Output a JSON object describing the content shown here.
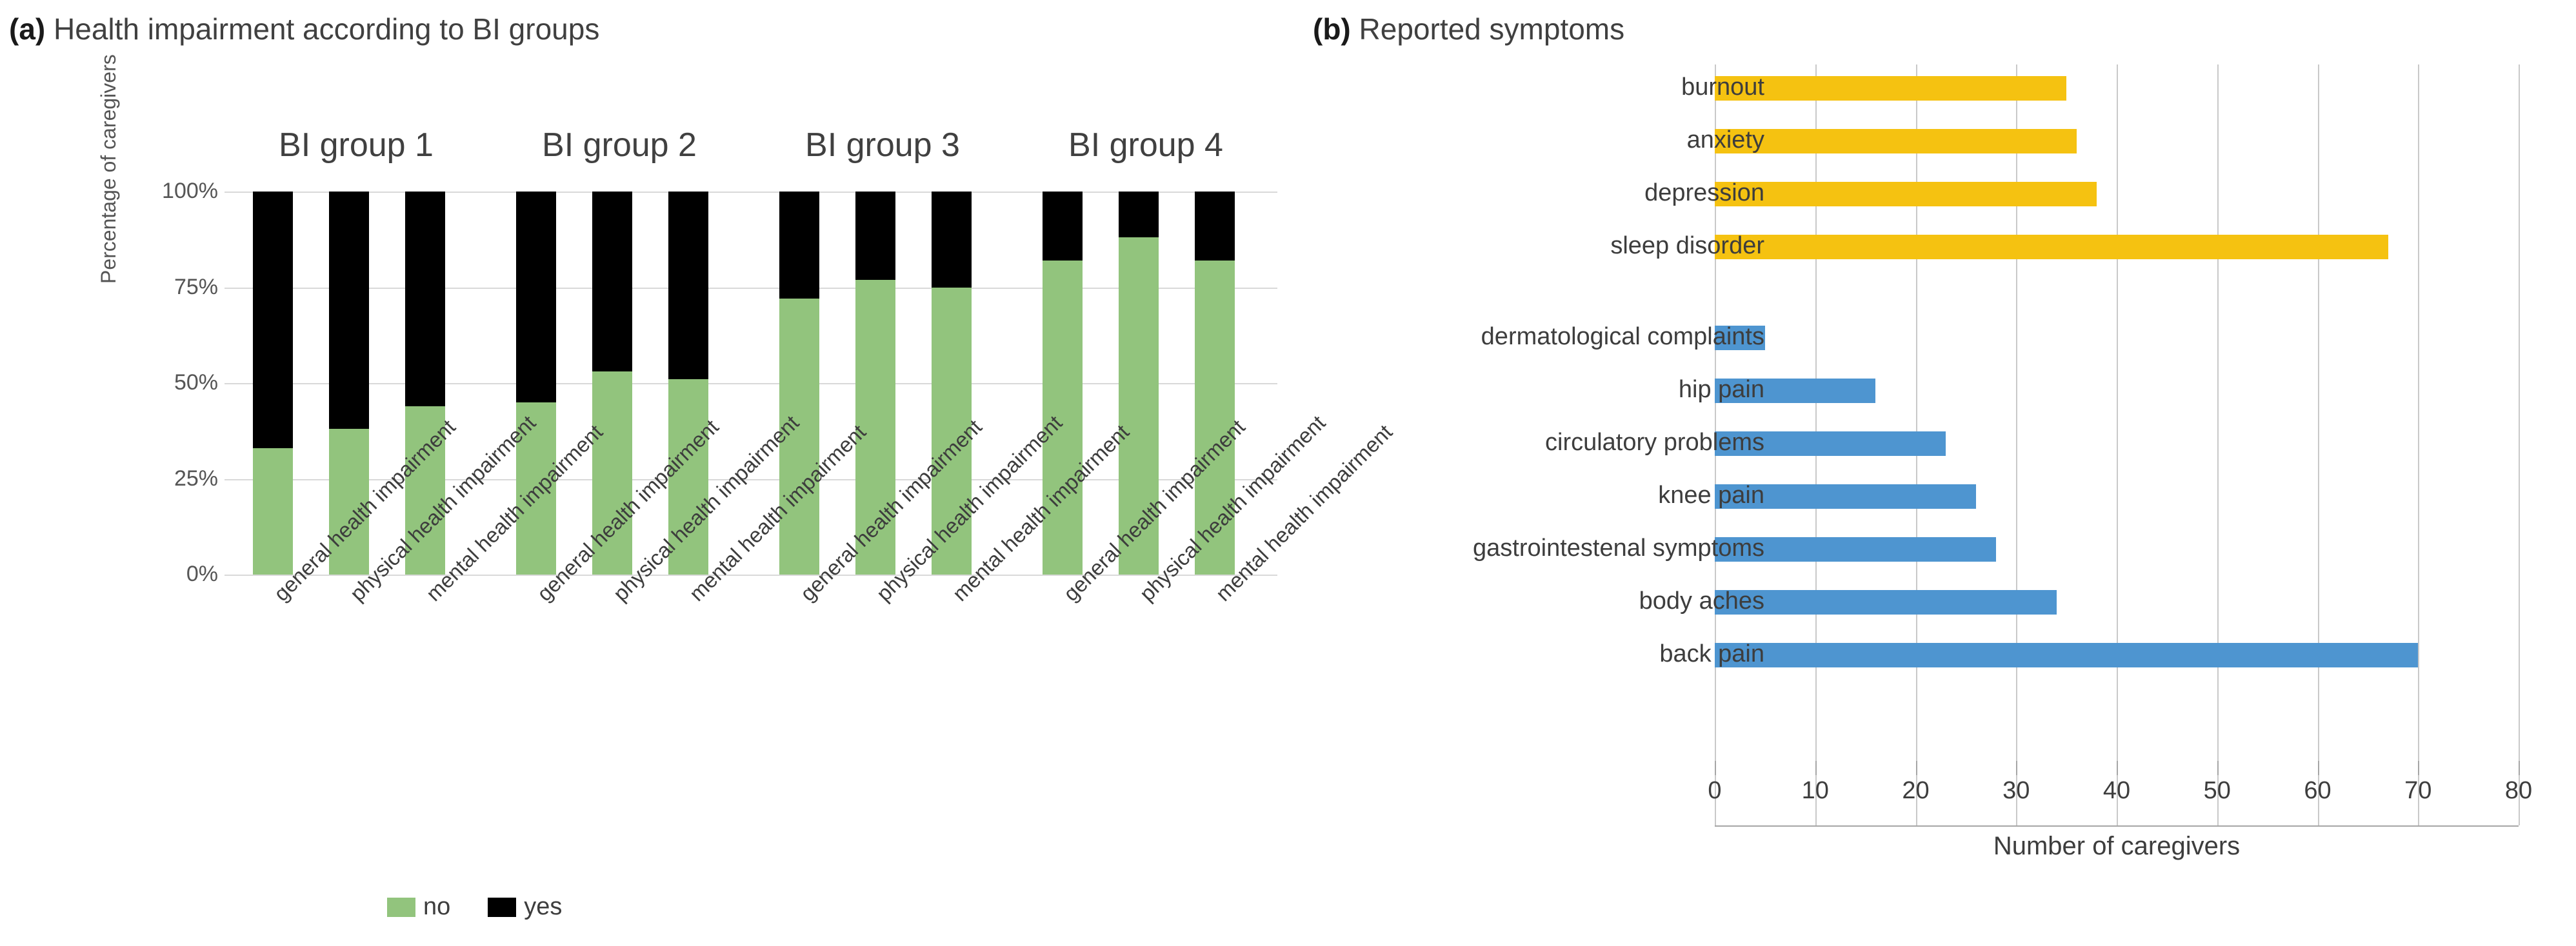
{
  "panel_a": {
    "tag": "(a)",
    "title": "Health impairment according to BI groups",
    "ylabel": "Percentage of caregivers",
    "legend": [
      {
        "label": "no",
        "color": "#92c47d"
      },
      {
        "label": "yes",
        "color": "#000000"
      }
    ]
  },
  "panel_b": {
    "tag": "(b)",
    "title": "Reported symptoms",
    "xlabel": "Number of caregivers"
  },
  "chart_data": [
    {
      "type": "bar",
      "title": "Health impairment according to BI groups",
      "subtype": "100% stacked column",
      "xlabel": "",
      "ylabel": "Percentage of caregivers",
      "ylim": [
        0,
        100
      ],
      "ytick_labels": [
        "0%",
        "25%",
        "50%",
        "75%",
        "100%"
      ],
      "ytick_values": [
        0,
        25,
        50,
        75,
        100
      ],
      "grid": true,
      "legend_position": "bottom",
      "groups": [
        "BI group 1",
        "BI group 2",
        "BI group 3",
        "BI group 4"
      ],
      "categories": [
        "general health impairment",
        "physical health impairment",
        "mental health impairment",
        "general health impairment",
        "physical health impairment",
        "mental health impairment",
        "general health impairment",
        "physical health impairment",
        "mental health impairment",
        "general health impairment",
        "physical health impairment",
        "mental health impairment"
      ],
      "series": [
        {
          "name": "no",
          "color": "#92c47d",
          "values": [
            33,
            38,
            44,
            45,
            53,
            51,
            72,
            77,
            75,
            82,
            88,
            82
          ]
        },
        {
          "name": "yes",
          "color": "#000000",
          "values": [
            67,
            62,
            56,
            55,
            47,
            49,
            28,
            23,
            25,
            18,
            12,
            18
          ]
        }
      ]
    },
    {
      "type": "bar",
      "subtype": "horizontal bar",
      "title": "Reported symptoms",
      "xlabel": "Number of caregivers",
      "ylabel": "",
      "xlim": [
        0,
        80
      ],
      "xtick_labels": [
        "0",
        "10",
        "20",
        "30",
        "40",
        "50",
        "60",
        "70",
        "80"
      ],
      "xtick_values": [
        0,
        10,
        20,
        30,
        40,
        50,
        60,
        70,
        80
      ],
      "grid": true,
      "legend_position": "none",
      "categories": [
        "burnout",
        "anxiety",
        "depression",
        "sleep disorder",
        "dermatological complaints",
        "hip pain",
        "circulatory problems",
        "knee pain",
        "gastrointestenal symptoms",
        "body aches",
        "back pain"
      ],
      "values": [
        35,
        36,
        38,
        67,
        5,
        16,
        23,
        26,
        28,
        34,
        70
      ],
      "colors": [
        "#f5c211",
        "#f5c211",
        "#f5c211",
        "#f5c211",
        "#4e95d0",
        "#4e95d0",
        "#4e95d0",
        "#4e95d0",
        "#4e95d0",
        "#4e95d0",
        "#4e95d0"
      ]
    }
  ]
}
